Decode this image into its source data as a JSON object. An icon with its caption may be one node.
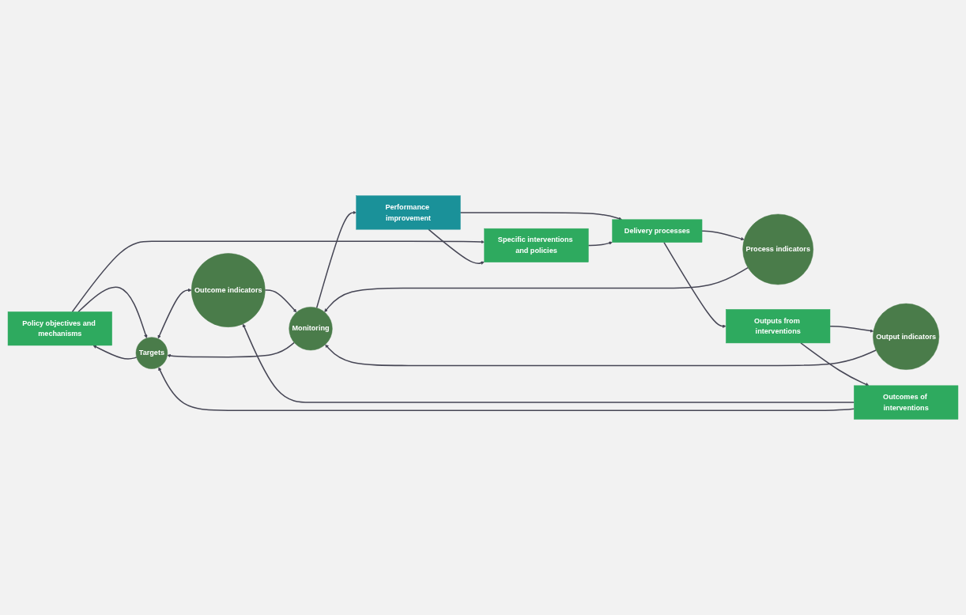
{
  "diagram": {
    "nodes": [
      {
        "text": [
          "Policy objectives and mechanisms"
        ]
      },
      {
        "text": [
          "Targets"
        ]
      },
      {
        "text": [
          "Performance improvement"
        ]
      },
      {
        "text": [
          "Specific interventions and policies"
        ]
      },
      {
        "text": [
          "Monitoring"
        ]
      },
      {
        "text": [
          "Process indicators"
        ]
      },
      {
        "text": [
          "Delivery processes"
        ]
      },
      {
        "text": [
          "Output indicators"
        ]
      },
      {
        "text": [
          "Outputs from interventions"
        ]
      },
      {
        "text": [
          "Outcome indicators"
        ]
      },
      {
        "text": [
          "Outcomes of interventions"
        ]
      }
    ],
    "edges": [
      {
        "from": 1,
        "to": 0,
        "arrow": "to"
      },
      {
        "from": 0,
        "to": 1,
        "arrow": "to"
      },
      {
        "from": 0,
        "to": 3,
        "arrow": "to"
      },
      {
        "from": 2,
        "to": 3,
        "arrow": "to"
      },
      {
        "from": 2,
        "to": 6,
        "arrow": "to"
      },
      {
        "from": 4,
        "to": 2,
        "arrow": "to"
      },
      {
        "from": 4,
        "to": 1,
        "arrow": "to"
      },
      {
        "from": 3,
        "to": 6,
        "arrow": "to"
      },
      {
        "from": 6,
        "to": 5,
        "arrow": "to"
      },
      {
        "from": 5,
        "to": 4,
        "arrow": "to"
      },
      {
        "from": 6,
        "to": 8,
        "arrow": "to"
      },
      {
        "from": 8,
        "to": 7,
        "arrow": "to"
      },
      {
        "from": 7,
        "to": 4,
        "arrow": "to"
      },
      {
        "from": 9,
        "to": 4,
        "arrow": "to"
      },
      {
        "from": 1,
        "to": 9,
        "arrow": "both"
      },
      {
        "from": 8,
        "to": 10,
        "arrow": "to"
      },
      {
        "from": 10,
        "to": 9,
        "arrow": "to"
      },
      {
        "from": 10,
        "to": 1,
        "arrow": "to"
      }
    ]
  }
}
